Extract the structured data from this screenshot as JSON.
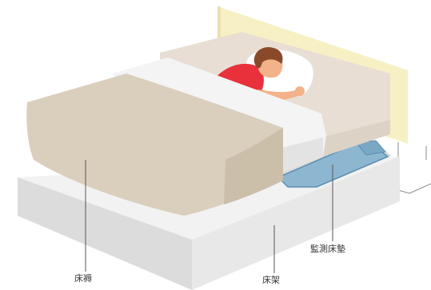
{
  "callouts": {
    "duvet": "床褥",
    "monitoring_pad": "監測床墊",
    "bed_frame": "床架"
  },
  "colors": {
    "headboard": "#f6f0c4",
    "headboard_edge": "#d9d3a8",
    "bed_frame_top": "#f2f2f2",
    "bed_frame_side": "#d6d6d6",
    "bed_frame_front": "#e7e7e7",
    "mattress_top": "#e8ded4",
    "mattress_side": "#ddd2c6",
    "sheet": "#f4f4f4",
    "sheet_shadow": "#e3e3e3",
    "duvet_top": "#dacfbd",
    "duvet_side": "#cbbfaa",
    "monitoring_pad": "#8db6d0",
    "monitoring_pad_edge": "#5b8fb3",
    "pillow": "#ffffff",
    "shirt": "#e8313a",
    "skin": "#f2b28a",
    "hair": "#8a4a2a",
    "leader_line": "#555555"
  }
}
